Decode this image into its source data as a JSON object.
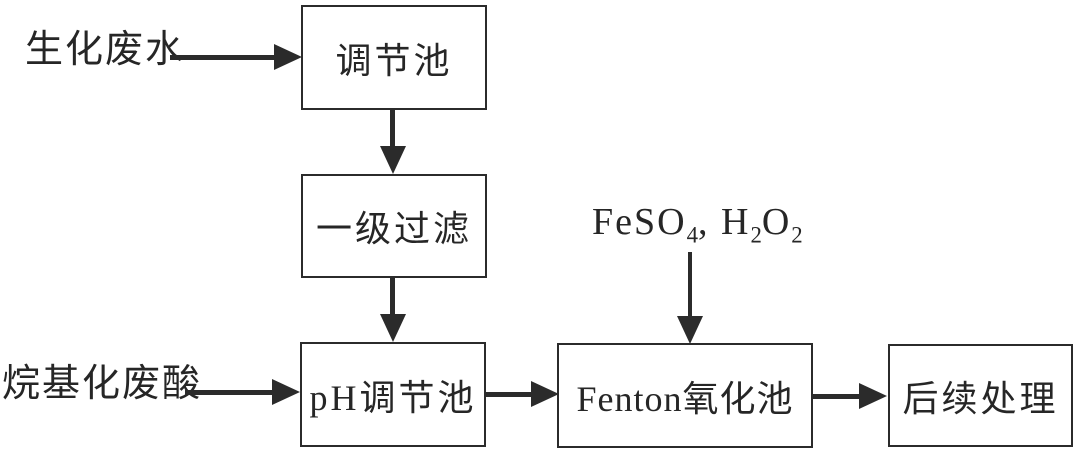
{
  "figure": {
    "background_color": "#ffffff",
    "ink_color": "#2b2b2b",
    "description": "Wastewater treatment process flow diagram"
  },
  "diagram": {
    "nodes": [
      {
        "id": "regulation-tank",
        "label": "调节池"
      },
      {
        "id": "primary-filtration",
        "label": "一级过滤"
      },
      {
        "id": "ph-adjust-tank",
        "label": "pH调节池"
      },
      {
        "id": "fenton-oxidation-tank",
        "label": "Fenton氧化池"
      },
      {
        "id": "post-treatment",
        "label": "后续处理"
      }
    ],
    "inputs": [
      {
        "id": "biochemical-wastewater",
        "label": "生化废水",
        "target": "regulation-tank"
      },
      {
        "id": "alkylation-waste-acid",
        "label": "烷基化废酸",
        "target": "ph-adjust-tank"
      },
      {
        "id": "reagents",
        "label_plain": "FeSO4, H2O2",
        "target": "fenton-oxidation-tank"
      }
    ],
    "reagent_parts": {
      "p1": "FeSO",
      "s1": "4",
      "p2": ",  H",
      "s2": "2",
      "p3": "O",
      "s3": "2"
    },
    "edges": [
      {
        "from": "biochemical-wastewater",
        "to": "regulation-tank",
        "direction": "right"
      },
      {
        "from": "regulation-tank",
        "to": "primary-filtration",
        "direction": "down"
      },
      {
        "from": "primary-filtration",
        "to": "ph-adjust-tank",
        "direction": "down"
      },
      {
        "from": "alkylation-waste-acid",
        "to": "ph-adjust-tank",
        "direction": "right"
      },
      {
        "from": "ph-adjust-tank",
        "to": "fenton-oxidation-tank",
        "direction": "right"
      },
      {
        "from": "reagents",
        "to": "fenton-oxidation-tank",
        "direction": "down"
      },
      {
        "from": "fenton-oxidation-tank",
        "to": "post-treatment",
        "direction": "right"
      }
    ]
  }
}
